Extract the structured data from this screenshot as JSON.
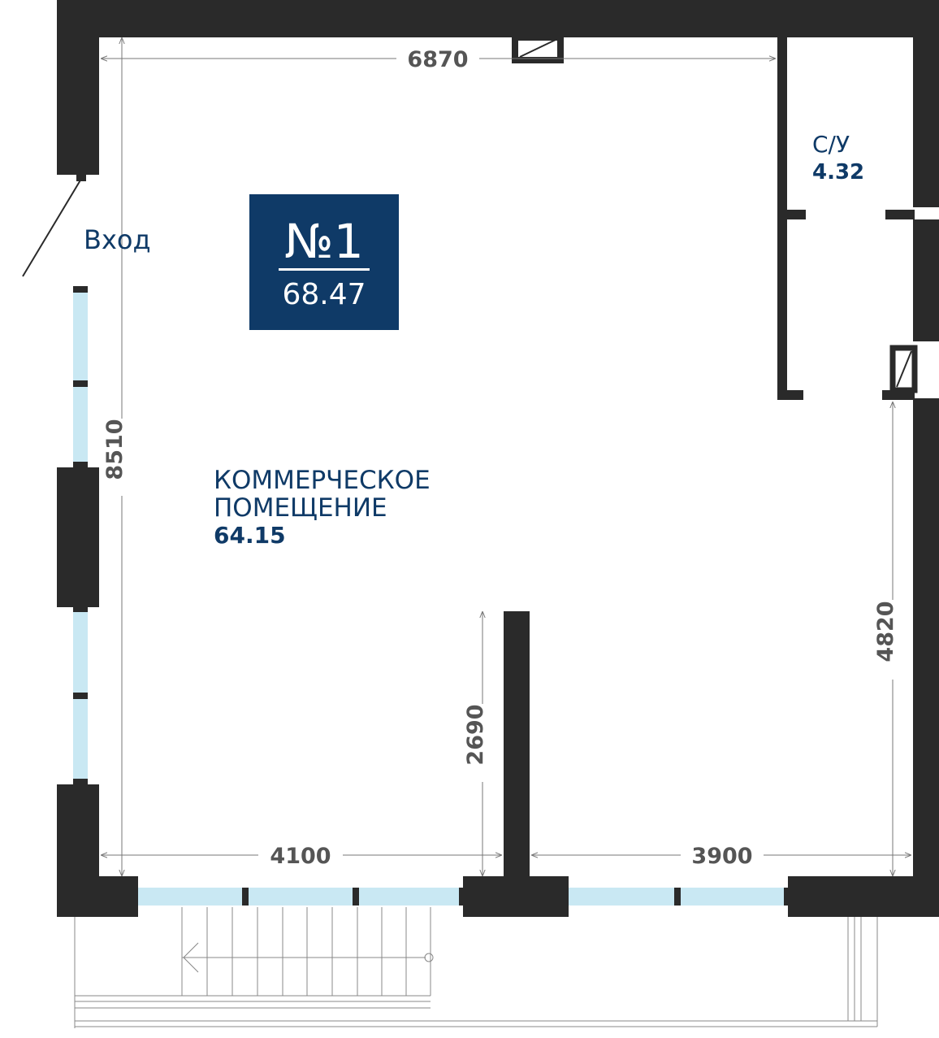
{
  "unit": {
    "number": "№1",
    "total_area": "68.47"
  },
  "entrance": {
    "label": "Вход"
  },
  "rooms": {
    "commercial": {
      "line1": "КОММЕРЧЕСКОЕ",
      "line2": "ПОМЕЩЕНИЕ",
      "area": "64.15"
    },
    "wc": {
      "name": "С/У",
      "area": "4.32"
    }
  },
  "dimensions": {
    "top_width": "6870",
    "left_height": "8510",
    "bottom_left": "4100",
    "bottom_right": "3900",
    "partition_height": "2690",
    "right_height": "4820"
  },
  "colors": {
    "wall": "#2a2a2a",
    "window_glass": "#c9e8f3",
    "badge_bg": "#0f3a67",
    "label": "#0f3a67",
    "dimension_text": "#555555"
  }
}
